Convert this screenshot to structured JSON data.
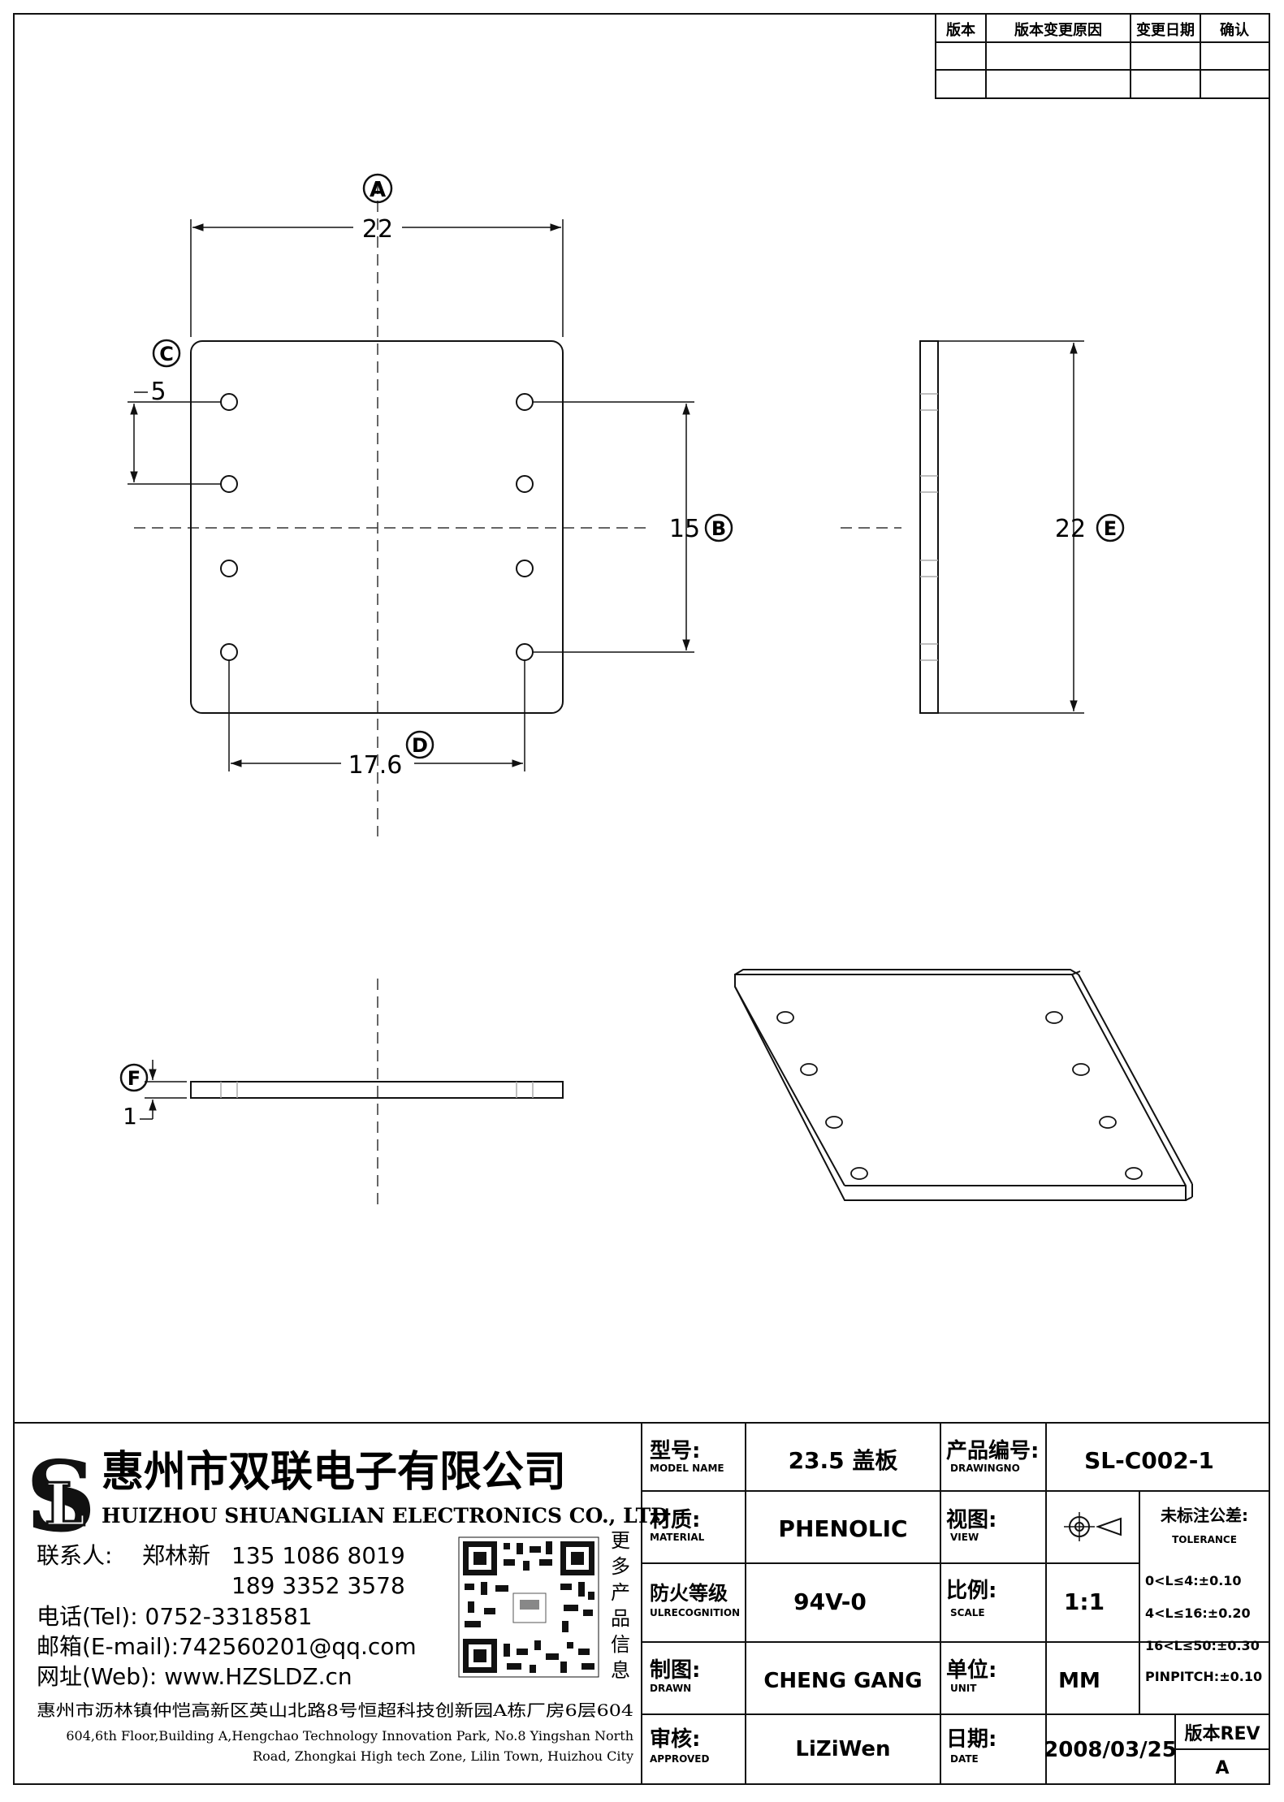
{
  "revision_table": {
    "headers": [
      "版本",
      "版本变更原因",
      "变更日期",
      "确认"
    ]
  },
  "dimensions": {
    "A": {
      "tag": "A",
      "value": "22"
    },
    "B": {
      "tag": "B",
      "value": "15"
    },
    "C": {
      "tag": "C",
      "value": "5"
    },
    "D": {
      "tag": "D",
      "value": "17.6"
    },
    "E": {
      "tag": "E",
      "value": "22"
    },
    "F": {
      "tag": "F",
      "value": "1"
    }
  },
  "company": {
    "name_cn": "惠州市双联电子有限公司",
    "name_en": "HUIZHOU SHUANGLIAN ELECTRONICS CO., LTD",
    "contact_label": "联系人:",
    "contact_name": "郑林新",
    "phone1": "135 1086 8019",
    "phone2": "189 3352 3578",
    "tel": "电话(Tel): 0752-3318581",
    "email": "邮箱(E-mail):742560201@qq.com",
    "web": "网址(Web): www.HZSLDZ.cn",
    "address_cn": "惠州市沥林镇仲恺高新区英山北路8号恒超科技创新园A栋厂房6层604",
    "address_en_1": "604,6th Floor,Building A,Hengchao Technology Innovation Park, No.8 Yingshan North",
    "address_en_2": "Road, Zhongkai High tech Zone, Lilin Town, Huizhou City",
    "qr_caption": [
      "更",
      "多",
      "产",
      "品",
      "信",
      "息"
    ]
  },
  "title_block": {
    "model_label": "型号:",
    "model_label_en": "MODEL NAME",
    "model_value": "23.5 盖板",
    "drawing_no_label": "产品编号:",
    "drawing_no_label_en": "DRAWINGNO",
    "drawing_no_value": "SL-C002-1",
    "material_label": "材质:",
    "material_label_en": "MATERIAL",
    "material_value": "PHENOLIC",
    "view_label": "视图:",
    "view_label_en": "VIEW",
    "tolerance_label": "未标注公差:",
    "tolerance_label_en": "TOLERANCE",
    "tolerances": [
      "0<L≤4:±0.10",
      "4<L≤16:±0.20",
      "16<L≤50:±0.30",
      "PINPITCH:±0.10"
    ],
    "fire_label": "防火等级",
    "fire_label_en": "ULRECOGNITION",
    "fire_value": "94V-0",
    "scale_label": "比例:",
    "scale_label_en": "SCALE",
    "scale_value": "1:1",
    "drawn_label": "制图:",
    "drawn_label_en": "DRAWN",
    "drawn_value": "CHENG GANG",
    "unit_label": "单位:",
    "unit_label_en": "UNIT",
    "unit_value": "MM",
    "approved_label": "审核:",
    "approved_label_en": "APPROVED",
    "approved_value": "LiZiWen",
    "date_label": "日期:",
    "date_label_en": "DATE",
    "date_value": "2008/03/25",
    "rev_label": "版本REV",
    "rev_value": "A"
  }
}
